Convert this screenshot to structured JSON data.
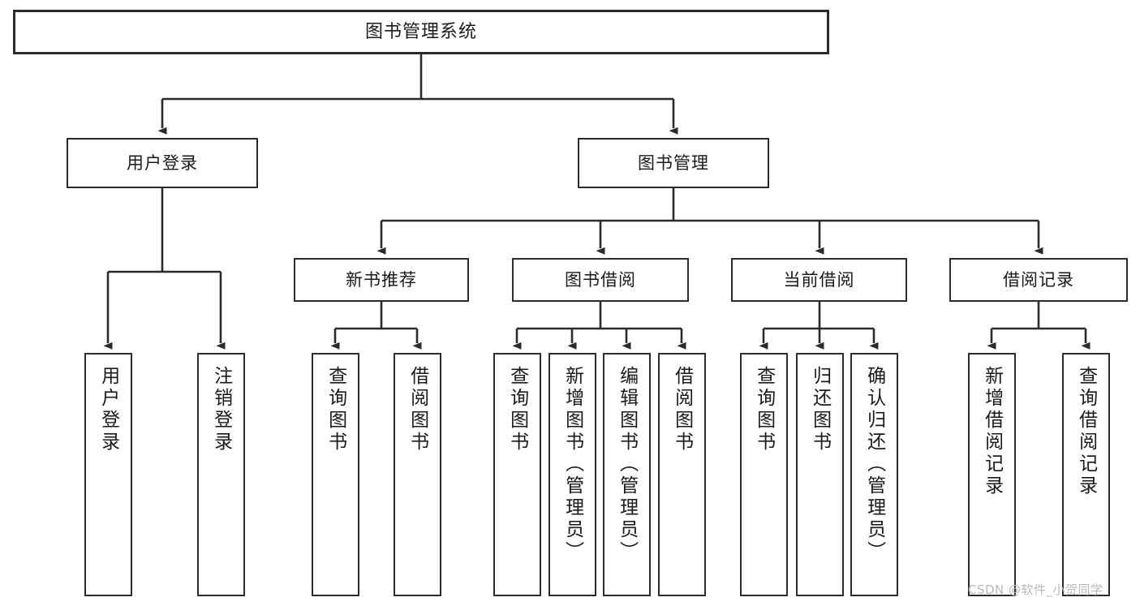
{
  "diagram": {
    "title": "图书管理系统",
    "watermark": "CSDN @软件_小贺同学",
    "colors": {
      "stroke": "#2b2b2b",
      "fill": "#ffffff",
      "text": "#1a1a1a",
      "watermark": "#b9b9b9",
      "background": "#ffffff"
    },
    "levels": {
      "root": "图书管理系统",
      "level2": [
        "用户登录",
        "图书管理"
      ],
      "level3": [
        "新书推荐",
        "图书借阅",
        "当前借阅",
        "借阅记录"
      ]
    },
    "nodes": {
      "root": {
        "label": "图书管理系统"
      },
      "user_login": {
        "label": "用户登录"
      },
      "book_manage": {
        "label": "图书管理"
      },
      "new_book_rec": {
        "label": "新书推荐"
      },
      "book_borrow": {
        "label": "图书借阅"
      },
      "current_borrow": {
        "label": "当前借阅"
      },
      "borrow_record": {
        "label": "借阅记录"
      },
      "leaf_user_login": {
        "label": "用户登录"
      },
      "leaf_logout": {
        "label": "注销登录"
      },
      "leaf_query_book_1": {
        "label": "查询图书"
      },
      "leaf_borrow_book_1": {
        "label": "借阅图书"
      },
      "leaf_query_book_2": {
        "label": "查询图书"
      },
      "leaf_add_book": {
        "label": "新增图书（管理员）"
      },
      "leaf_edit_book": {
        "label": "编辑图书（管理员）"
      },
      "leaf_borrow_book_2": {
        "label": "借阅图书"
      },
      "leaf_query_book_3": {
        "label": "查询图书"
      },
      "leaf_return_book": {
        "label": "归还图书"
      },
      "leaf_confirm_return": {
        "label": "确认归还（管理员）"
      },
      "leaf_add_record": {
        "label": "新增借阅记录"
      },
      "leaf_query_record": {
        "label": "查询借阅记录"
      }
    },
    "tree": [
      {
        "label": "图书管理系统",
        "children": [
          {
            "label": "用户登录",
            "children": [
              {
                "label": "用户登录"
              },
              {
                "label": "注销登录"
              }
            ]
          },
          {
            "label": "图书管理",
            "children": [
              {
                "label": "新书推荐",
                "children": [
                  {
                    "label": "查询图书"
                  },
                  {
                    "label": "借阅图书"
                  }
                ]
              },
              {
                "label": "图书借阅",
                "children": [
                  {
                    "label": "查询图书"
                  },
                  {
                    "label": "新增图书（管理员）"
                  },
                  {
                    "label": "编辑图书（管理员）"
                  },
                  {
                    "label": "借阅图书"
                  }
                ]
              },
              {
                "label": "当前借阅",
                "children": [
                  {
                    "label": "查询图书"
                  },
                  {
                    "label": "归还图书"
                  },
                  {
                    "label": "确认归还（管理员）"
                  }
                ]
              },
              {
                "label": "借阅记录",
                "children": [
                  {
                    "label": "新增借阅记录"
                  },
                  {
                    "label": "查询借阅记录"
                  }
                ]
              }
            ]
          }
        ]
      }
    ]
  }
}
